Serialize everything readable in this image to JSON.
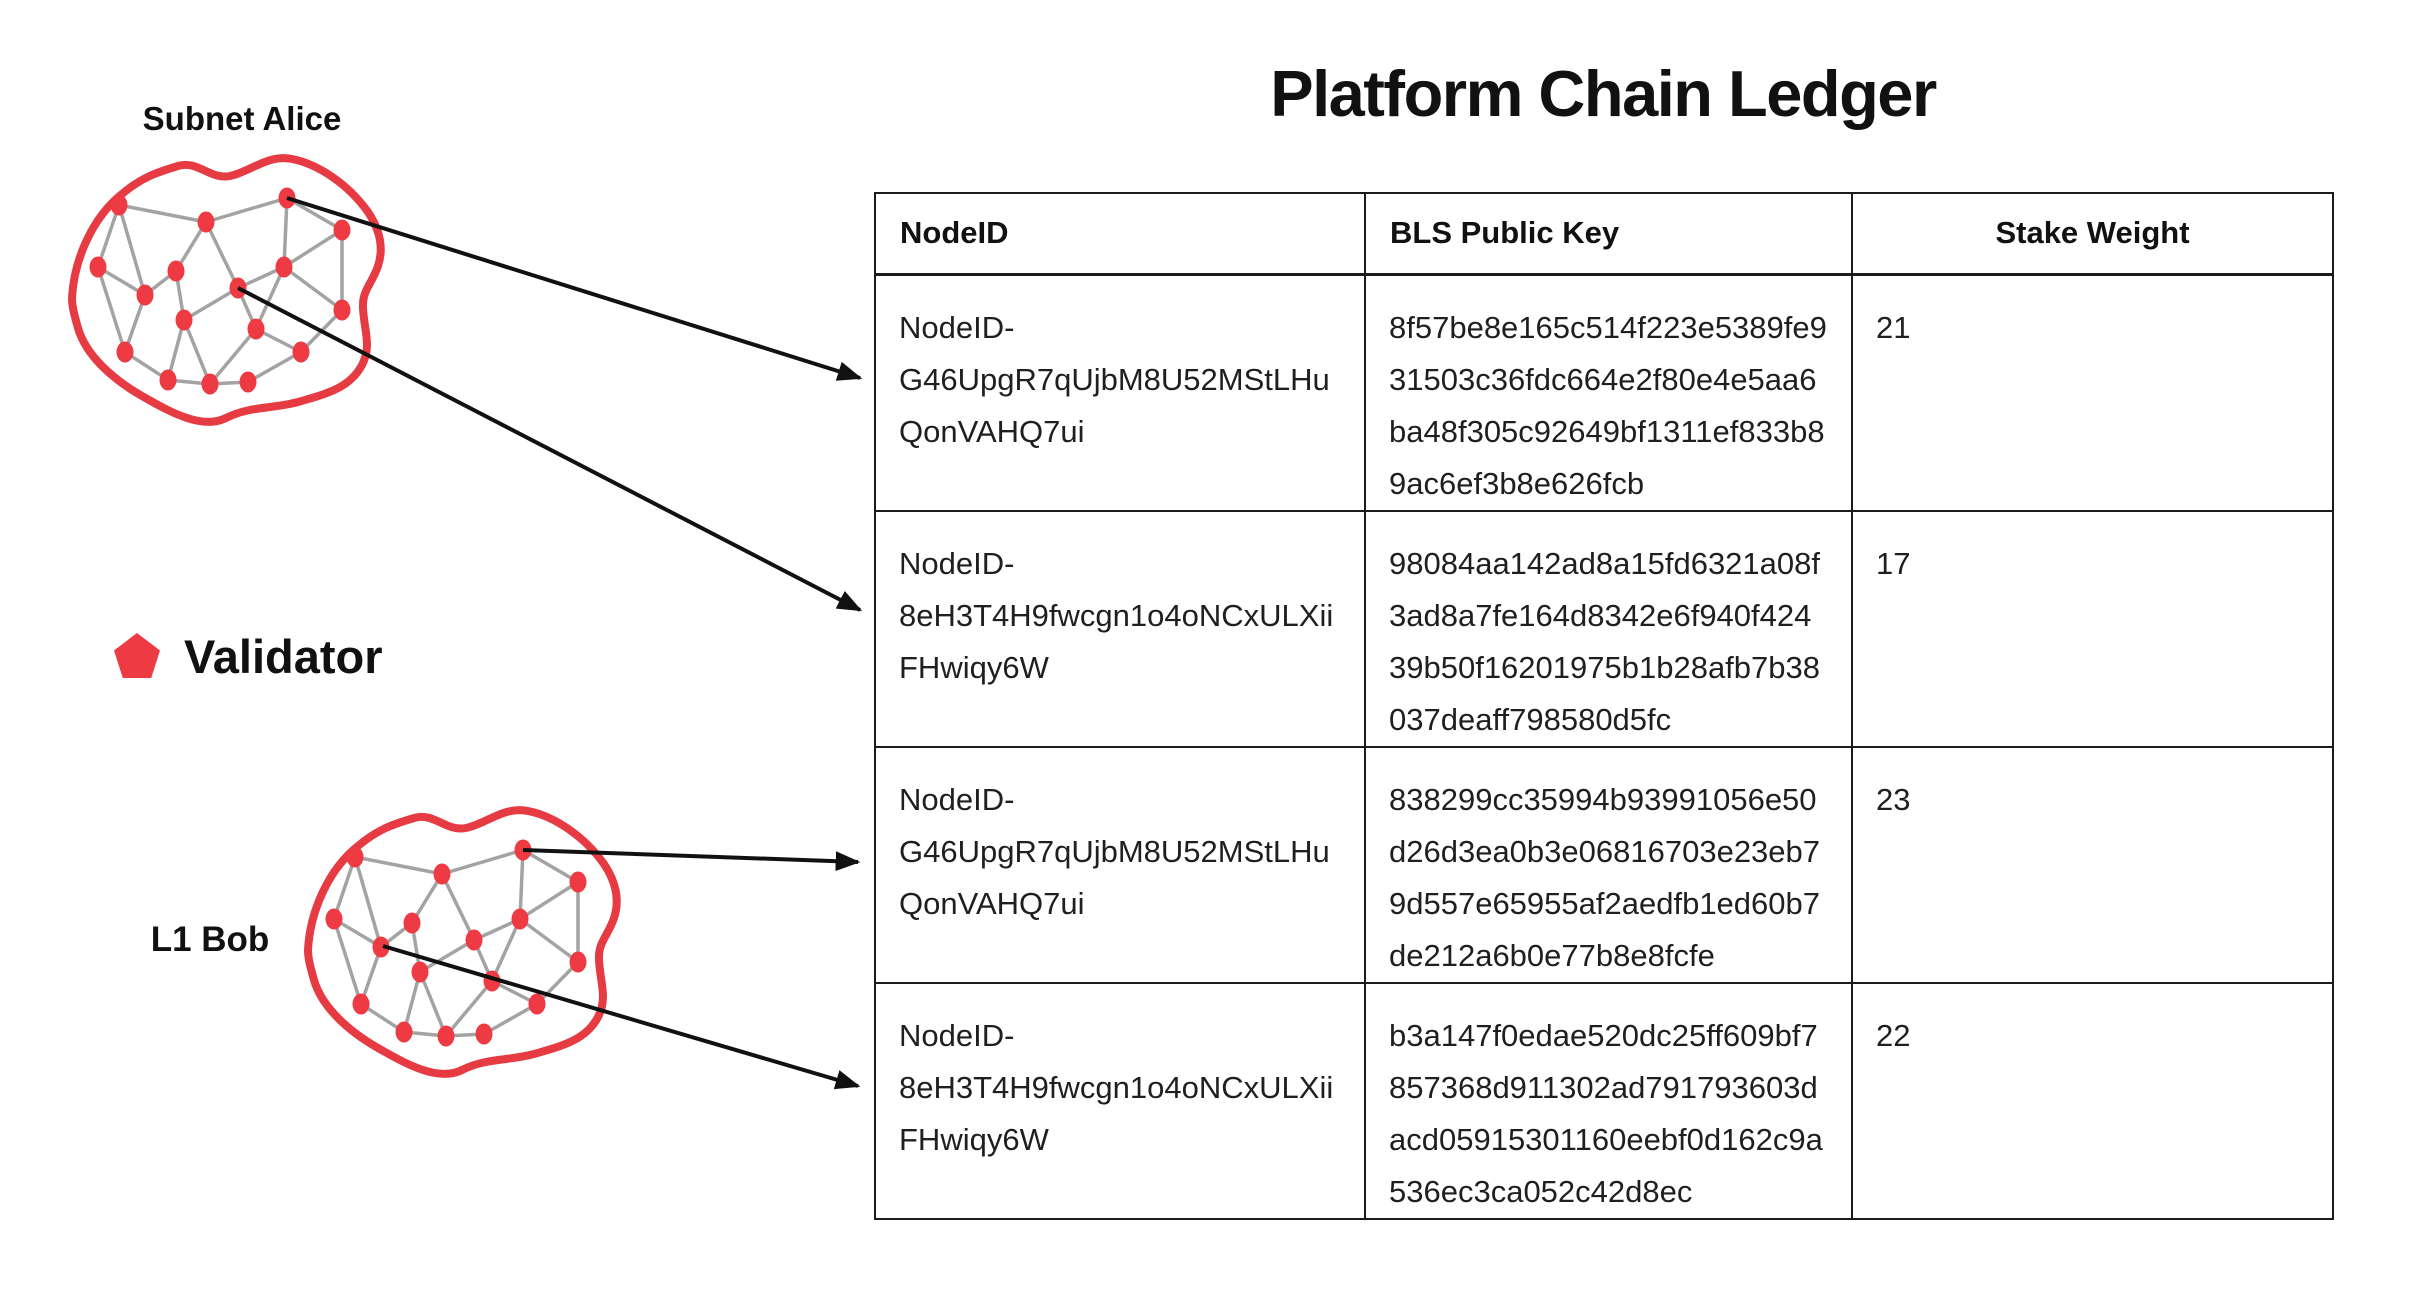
{
  "page": {
    "background": "#ffffff"
  },
  "diagram": {
    "title": "Platform Chain Ledger",
    "subnet_alice": {
      "label": "Subnet Alice"
    },
    "l1_bob": {
      "label": "L1 Bob"
    },
    "legend": {
      "icon": "pentagon-icon",
      "label": "Validator"
    },
    "colors": {
      "validator_red": "#EE3A42",
      "blob_outline_red": "#E63B42",
      "edge_gray": "#A3A3A3",
      "arrow_black": "#111111",
      "table_border": "#1B1B1B",
      "text": "#1F1F1F"
    }
  },
  "table": {
    "headers": [
      "NodeID",
      "BLS Public Key",
      "Stake Weight"
    ],
    "rows": [
      {
        "node_id": "NodeID-G46UpgR7qUjbM8U52MStLHuQonVAHQ7ui",
        "bls_public_key": "8f57be8e165c514f223e5389fe931503c36fdc664e2f80e4e5aa6ba48f305c92649bf1311ef833b89ac6ef3b8e626fcb",
        "stake_weight": "21"
      },
      {
        "node_id": "NodeID-8eH3T4H9fwcgn1o4oNCxULXiiFHwiqy6W",
        "bls_public_key": "98084aa142ad8a15fd6321a08f3ad8a7fe164d8342e6f940f42439b50f16201975b1b28afb7b38037deaff798580d5fc",
        "stake_weight": "17"
      },
      {
        "node_id": "NodeID-G46UpgR7qUjbM8U52MStLHuQonVAHQ7ui",
        "bls_public_key": "838299cc35994b93991056e50d26d3ea0b3e06816703e23eb79d557e65955af2aedfb1ed60b7de212a6b0e77b8e8fcfe",
        "stake_weight": "23"
      },
      {
        "node_id": "NodeID-8eH3T4H9fwcgn1o4oNCxULXiiFHwiqy6W",
        "bls_public_key": "b3a147f0edae520dc25ff609bf7857368d911302ad791793603dacd05915301160eebf0d162c9a536ec3ca052c42d8ec",
        "stake_weight": "22"
      }
    ]
  }
}
